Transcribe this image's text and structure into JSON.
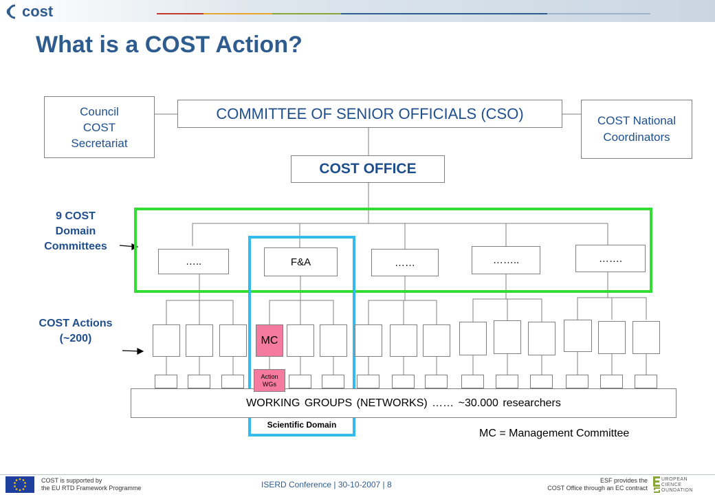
{
  "header": {
    "logo_text": "cost"
  },
  "slide": {
    "title": "What is a COST Action?"
  },
  "diagram": {
    "cso": "COMMITTEE OF SENIOR OFFICIALS (CSO)",
    "council": [
      "Council",
      "COST",
      "Secretariat"
    ],
    "national": [
      "COST National",
      "Coordinators"
    ],
    "office": "COST OFFICE",
    "domains_label": [
      "9 COST",
      "Domain",
      "Committees"
    ],
    "domains": [
      "…..",
      "F&A",
      "……",
      "……..",
      "……."
    ],
    "actions_label": [
      "COST Actions",
      "(~200)"
    ],
    "mc": "MC",
    "action_wgs": [
      "Action",
      "WGs"
    ],
    "working_groups": "WORKING GROUPS (NETWORKS) …… ~30.000 researchers",
    "scientific_domain": "Scientific Domain",
    "mc_legend": "MC = Management Committee"
  },
  "footer": {
    "left": [
      "COST is supported by",
      "the EU RTD Framework Programme"
    ],
    "center": "ISERD Conference | 30-10-2007 | 8",
    "right": [
      "ESF provides the",
      "COST Office through an EC contract"
    ],
    "esf_logo": [
      "UROPEAN",
      "CIENCE",
      "OUNDATION"
    ]
  },
  "colors": {
    "title": "#2f5c8f",
    "green": "#33dd33",
    "cyan": "#33bbee",
    "mc_fill": "#f47aa0",
    "label_blue": "#1f4e8c"
  }
}
